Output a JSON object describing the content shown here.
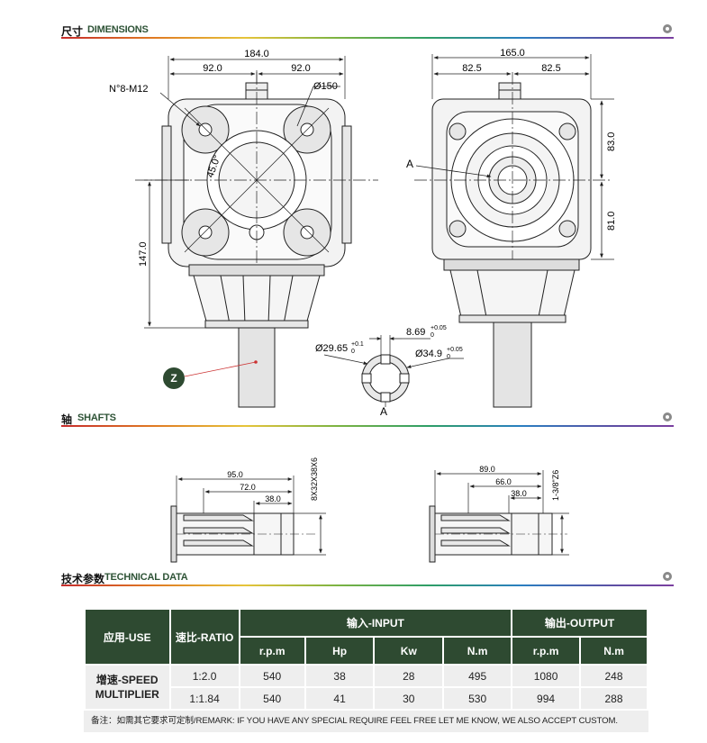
{
  "sections": {
    "dimensions": {
      "cn": "尺寸",
      "en": "DIMENSIONS"
    },
    "shafts": {
      "cn": "轴",
      "en": "SHAFTS"
    },
    "technical": {
      "cn": "技术参数",
      "en": "TECHNICAL DATA"
    }
  },
  "front_view": {
    "overall_width": "184.0",
    "half_left": "92.0",
    "half_right": "92.0",
    "bolts": "N°8-M12",
    "circle": "Ø150",
    "angle": "45.0°",
    "height": "147.0",
    "marker": "Z"
  },
  "side_view": {
    "overall_width": "165.0",
    "half_left": "82.5",
    "half_right": "82.5",
    "upper": "83.0",
    "lower": "81.0",
    "section_label": "A"
  },
  "section_a": {
    "keyway": "8.69",
    "keyway_tol_up": "+0.05",
    "keyway_tol_low": "0",
    "inner_dia": "Ø29.65",
    "inner_tol_up": "+0.1",
    "inner_tol_low": "0",
    "outer_dia": "Ø34.9",
    "outer_tol_up": "+0.05",
    "outer_tol_low": "0",
    "label": "A"
  },
  "shaft_left": {
    "total": "95.0",
    "mid": "72.0",
    "short": "38.0",
    "spec": "8X32X38X6"
  },
  "shaft_right": {
    "total": "89.0",
    "mid": "66.0",
    "short": "38.0",
    "spec": "1-3/8\"Z6"
  },
  "table": {
    "col_use": "应用-USE",
    "col_ratio": "速比-RATIO",
    "group_input": "输入-INPUT",
    "group_output": "输出-OUTPUT",
    "sub_headers": [
      "r.p.m",
      "Hp",
      "Kw",
      "N.m",
      "r.p.m",
      "N.m"
    ],
    "use_value": "增速-SPEED MULTIPLIER",
    "rows": [
      {
        "ratio": "1:2.0",
        "values": [
          "540",
          "38",
          "28",
          "495",
          "1080",
          "248"
        ]
      },
      {
        "ratio": "1:1.84",
        "values": [
          "540",
          "41",
          "30",
          "530",
          "994",
          "288"
        ]
      }
    ]
  },
  "remark": "备注：如需其它要求可定制/REMARK: IF YOU HAVE ANY SPECIAL REQUIRE FEEL FREE LET ME KNOW, WE ALSO ACCEPT CUSTOM.",
  "colors": {
    "header_green": "#2e4a31",
    "title_green": "#2e5336",
    "cell_gray": "#eeeeee"
  }
}
